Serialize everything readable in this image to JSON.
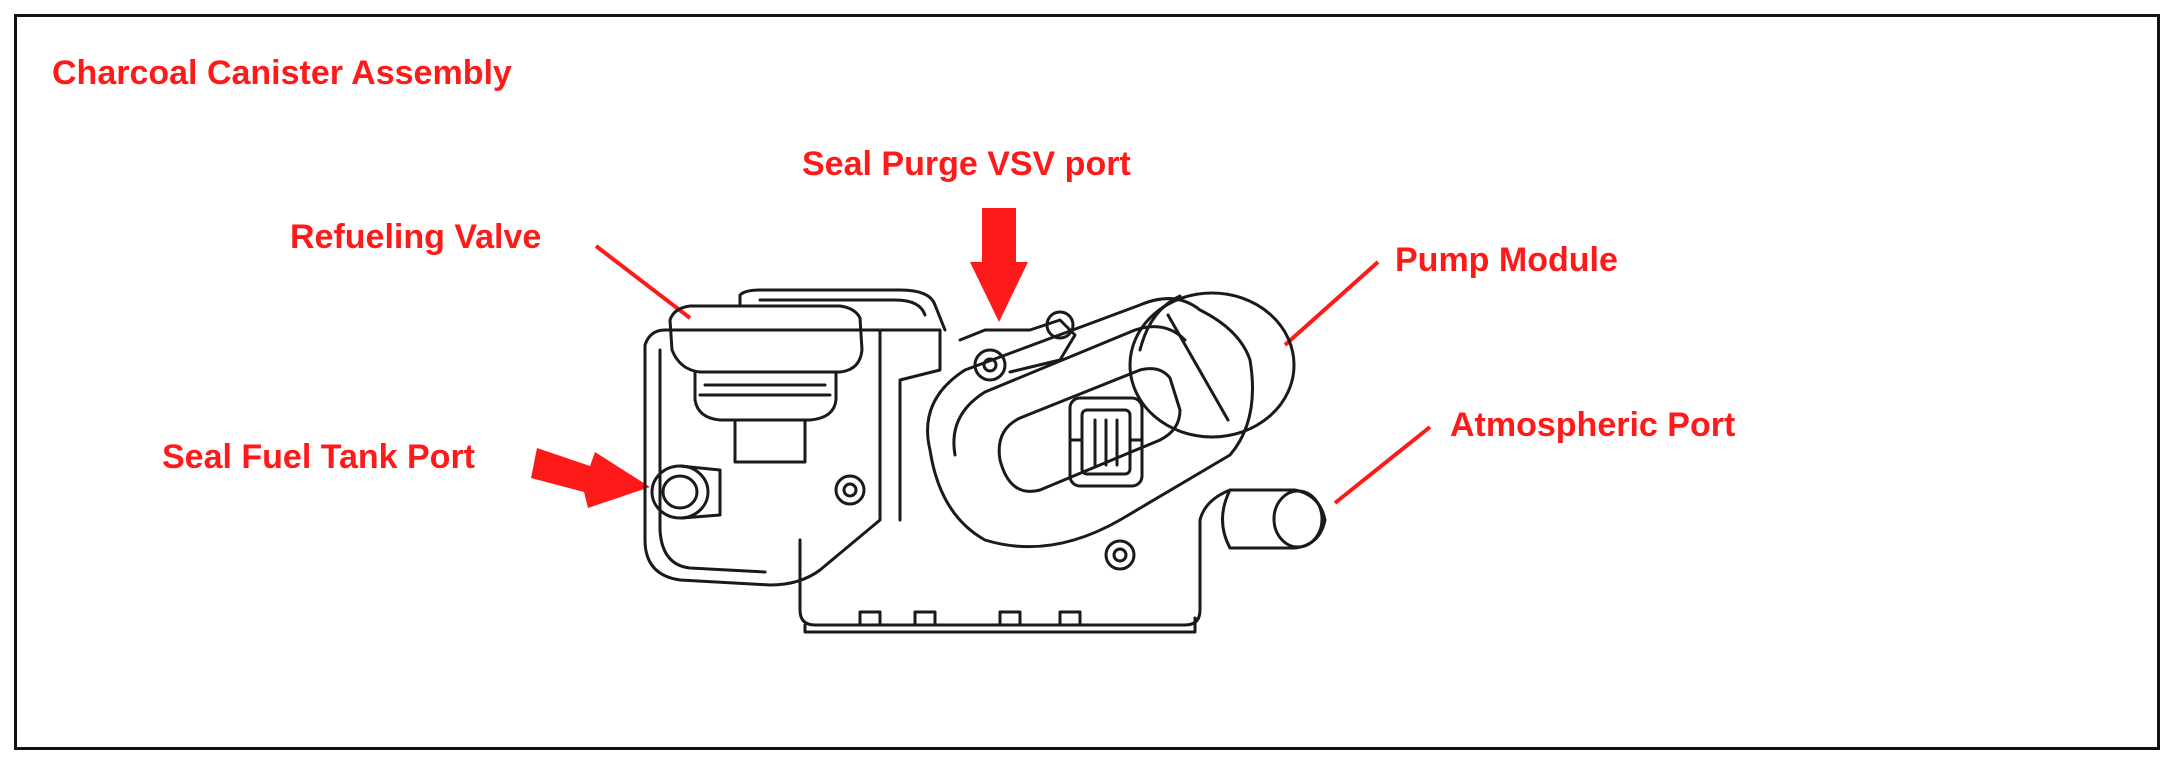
{
  "diagram": {
    "title": "Charcoal Canister Assembly",
    "labels": {
      "refueling_valve": "Refueling Valve",
      "seal_purge_vsv_port": "Seal Purge VSV port",
      "pump_module": "Pump Module",
      "atmospheric_port": "Atmospheric Port",
      "seal_fuel_tank_port": "Seal Fuel Tank Port"
    },
    "colors": {
      "label_red": "#ff1a1a",
      "line_art": "#1a1a1a",
      "frame": "#111111",
      "background": "#ffffff"
    }
  }
}
